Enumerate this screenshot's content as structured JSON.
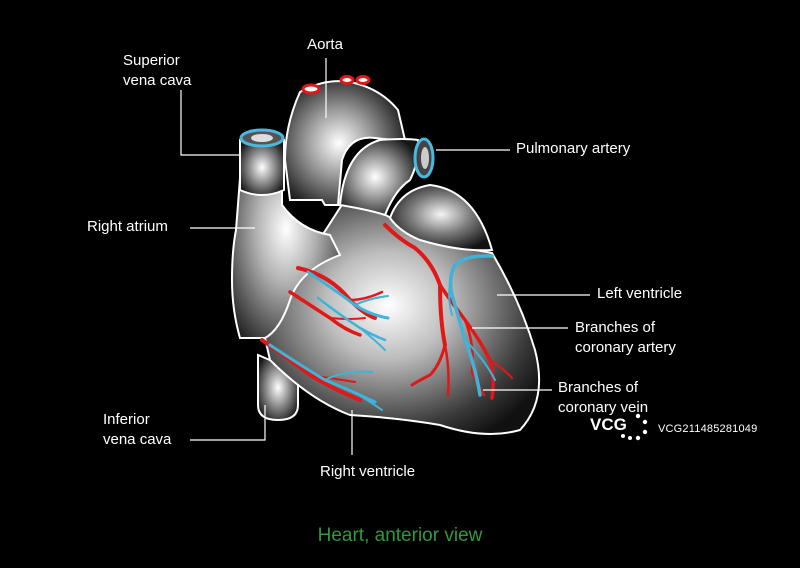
{
  "labels": {
    "aorta": "Aorta",
    "superior_vena_cava": [
      "Superior",
      "vena cava"
    ],
    "pulmonary_artery": "Pulmonary artery",
    "right_atrium": "Right atrium",
    "left_ventricle": "Left ventricle",
    "branches_coronary_artery": [
      "Branches of",
      "coronary artery"
    ],
    "branches_coronary_vein": [
      "Branches of",
      "coronary vein"
    ],
    "inferior_vena_cava": [
      "Inferior",
      "vena cava"
    ],
    "right_ventricle": "Right ventricle"
  },
  "caption": "Heart, anterior view",
  "watermark": {
    "logo_text": "VCG",
    "id_text": "VCG211485281049"
  },
  "colors": {
    "background": "#000000",
    "outline": "#ffffff",
    "artery": "#e01818",
    "vein": "#3fb3d8",
    "caption": "#2f9a3a"
  }
}
